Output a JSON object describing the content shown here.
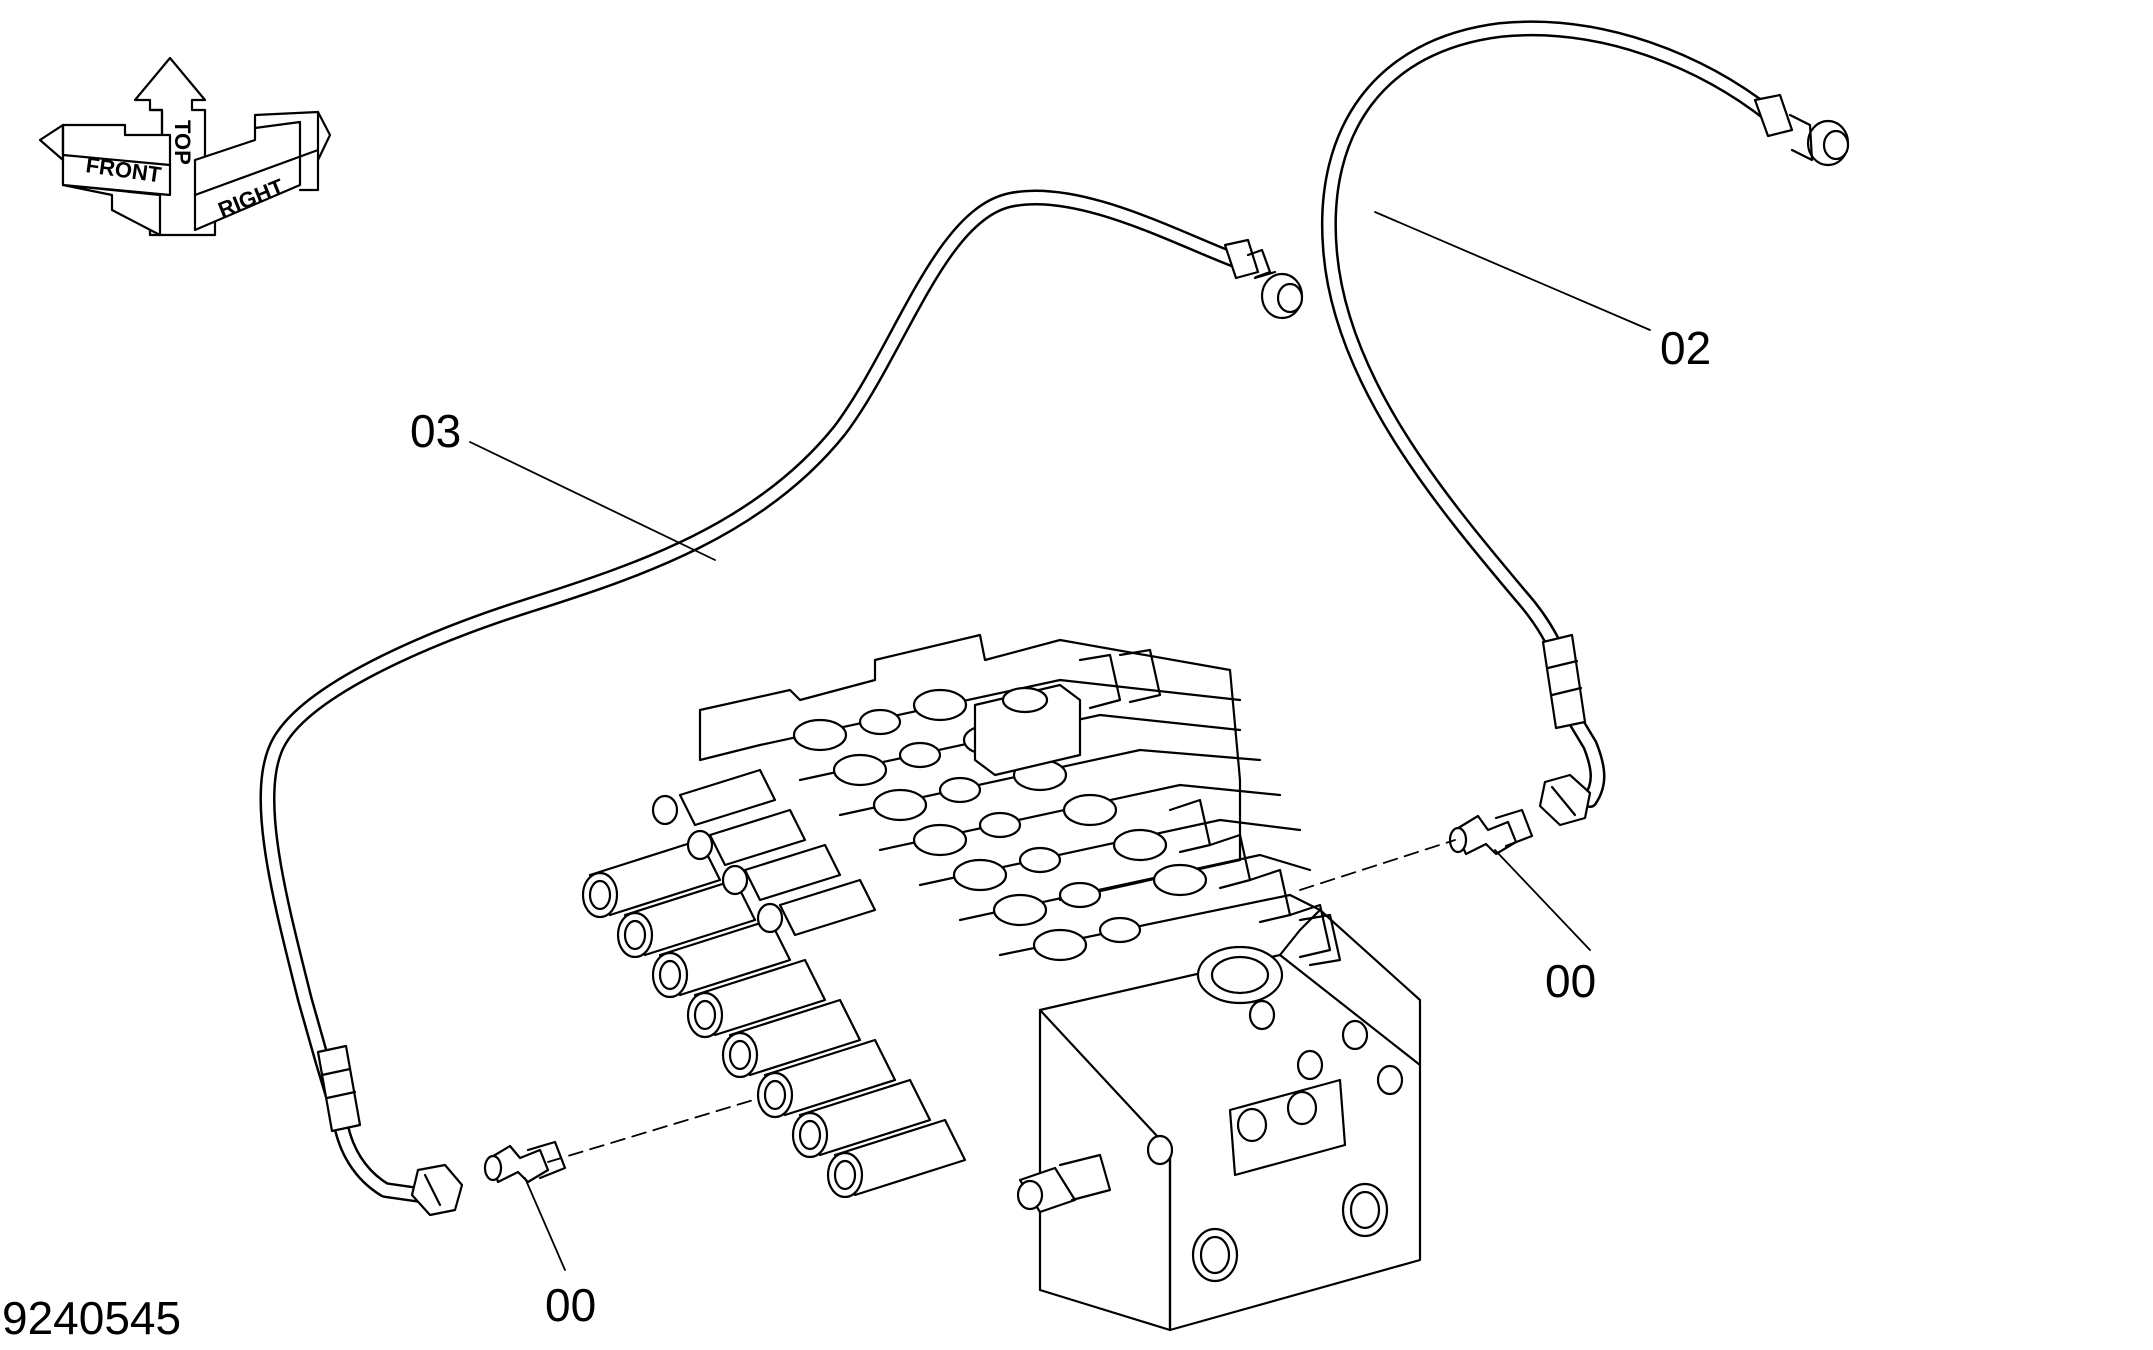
{
  "diagram": {
    "figure_number": "9240545",
    "orientation_labels": {
      "top": "TOP",
      "front": "FRONT",
      "right": "RIGHT"
    },
    "callouts": [
      {
        "id": "03",
        "label": "03"
      },
      {
        "id": "02",
        "label": "02"
      },
      {
        "id": "00a",
        "label": "00"
      },
      {
        "id": "00b",
        "label": "00"
      }
    ],
    "colors": {
      "line": "#000000",
      "background": "#ffffff"
    }
  }
}
